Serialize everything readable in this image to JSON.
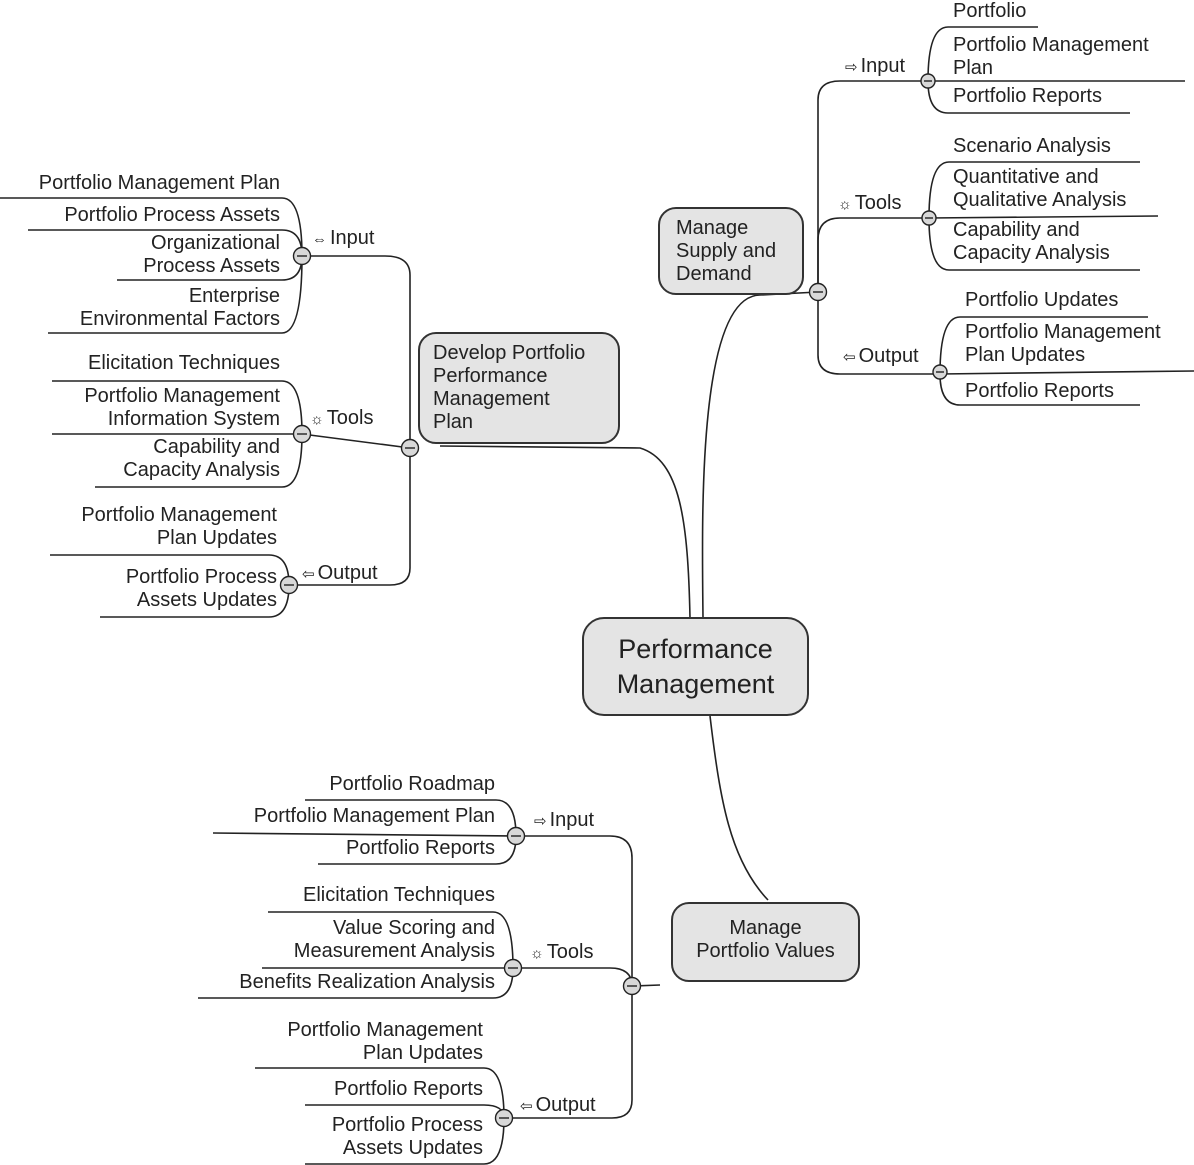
{
  "center": {
    "line1": "Performance",
    "line2": "Management"
  },
  "develop": {
    "title": [
      "Develop Portfolio",
      "Performance",
      "Management",
      "Plan"
    ],
    "input": {
      "label": "Input",
      "icon": "double-arrow-icon",
      "items": [
        [
          "Portfolio Management Plan"
        ],
        [
          "Portfolio Process Assets"
        ],
        [
          "Organizational",
          "Process Assets"
        ],
        [
          "Enterprise",
          "Environmental Factors"
        ]
      ]
    },
    "tools": {
      "label": "Tools",
      "icon": "gear-icon",
      "items": [
        [
          "Elicitation Techniques"
        ],
        [
          "Portfolio Management",
          "Information System"
        ],
        [
          "Capability and",
          "Capacity Analysis"
        ]
      ]
    },
    "output": {
      "label": "Output",
      "icon": "left-arrow-icon",
      "items": [
        [
          "Portfolio Management",
          "Plan Updates"
        ],
        [
          "Portfolio Process",
          "Assets Updates"
        ]
      ]
    }
  },
  "supply": {
    "title": [
      "Manage",
      "Supply and",
      "Demand"
    ],
    "input": {
      "label": "Input",
      "icon": "right-arrow-icon",
      "items": [
        [
          "Portfolio"
        ],
        [
          "Portfolio Management",
          "Plan"
        ],
        [
          "Portfolio Reports"
        ]
      ]
    },
    "tools": {
      "label": "Tools",
      "icon": "gear-icon",
      "items": [
        [
          "Scenario Analysis"
        ],
        [
          "Quantitative and",
          "Qualitative Analysis"
        ],
        [
          "Capability and",
          "Capacity Analysis"
        ]
      ]
    },
    "output": {
      "label": "Output",
      "icon": "left-arrow-icon",
      "items": [
        [
          "Portfolio Updates"
        ],
        [
          "Portfolio Management",
          "Plan Updates"
        ],
        [
          "Portfolio Reports"
        ]
      ]
    }
  },
  "values": {
    "title": [
      "Manage",
      "Portfolio Values"
    ],
    "input": {
      "label": "Input",
      "icon": "right-arrow-icon",
      "items": [
        [
          "Portfolio Roadmap"
        ],
        [
          "Portfolio Management Plan"
        ],
        [
          "Portfolio Reports"
        ]
      ]
    },
    "tools": {
      "label": "Tools",
      "icon": "gear-icon",
      "items": [
        [
          "Elicitation Techniques"
        ],
        [
          "Value Scoring and",
          "Measurement Analysis"
        ],
        [
          "Benefits Realization Analysis"
        ]
      ]
    },
    "output": {
      "label": "Output",
      "icon": "left-arrow-icon",
      "items": [
        [
          "Portfolio Management",
          "Plan Updates"
        ],
        [
          "Portfolio Reports"
        ],
        [
          "Portfolio Process",
          "Assets Updates"
        ]
      ]
    }
  },
  "colors": {
    "line": "#222222",
    "node_fill": "#e4e4e4",
    "collapse_fill": "#d8d8d8"
  }
}
